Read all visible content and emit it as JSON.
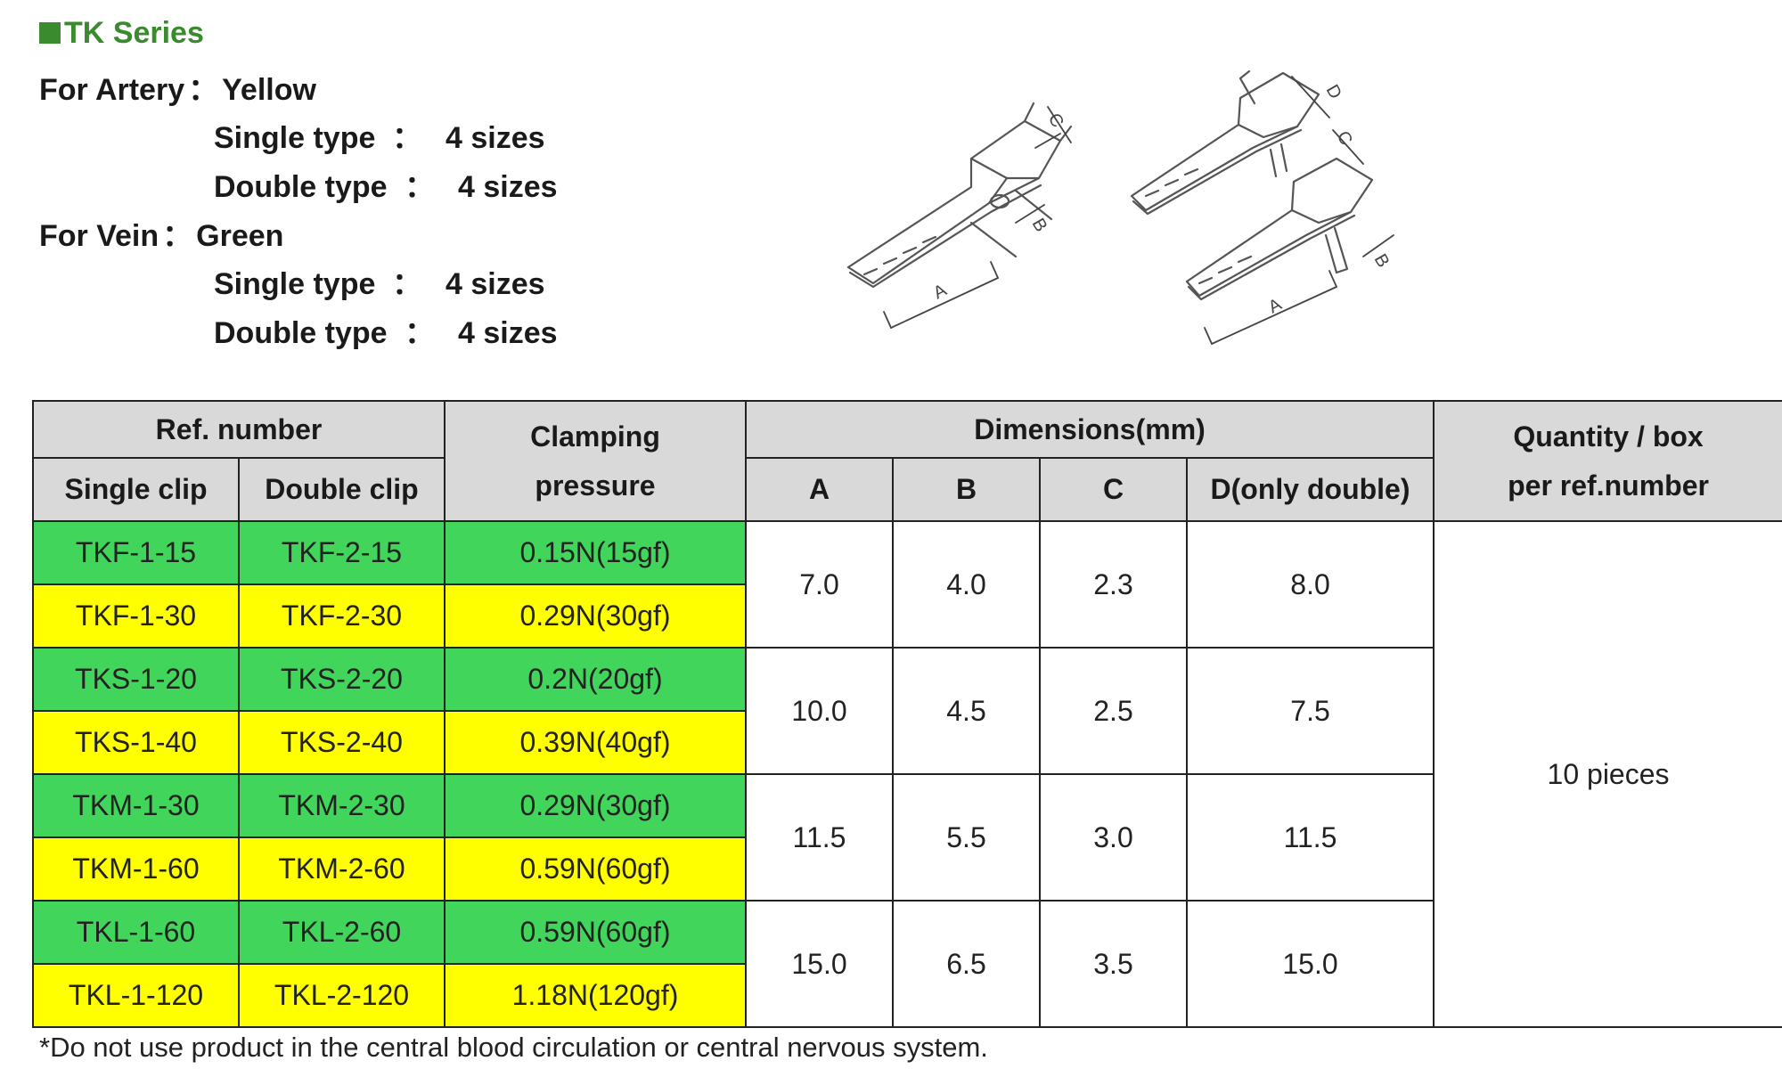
{
  "series": {
    "title": "TK Series"
  },
  "artery": {
    "heading": "For Artery",
    "sep": "：",
    "color": "Yellow",
    "single": {
      "label": "Single type",
      "colon": "：",
      "value": "4 sizes"
    },
    "double": {
      "label": "Double type",
      "colon": "：",
      "value": "4 sizes"
    }
  },
  "vein": {
    "heading": "For Vein",
    "sep": "：",
    "color": "Green",
    "single": {
      "label": "Single type",
      "colon": "：",
      "value": "4 sizes"
    },
    "double": {
      "label": "Double type",
      "colon": "：",
      "value": "4 sizes"
    }
  },
  "drawing": {
    "labels": {
      "a": "A",
      "b": "B",
      "c": "C",
      "d": "D"
    }
  },
  "table": {
    "headers": {
      "ref_number": "Ref. number",
      "single_clip": "Single clip",
      "double_clip": "Double clip",
      "clamping_1": "Clamping",
      "clamping_2": "pressure",
      "dimensions": "Dimensions(mm)",
      "a": "A",
      "b": "B",
      "c": "C",
      "d": "D(only double)",
      "qty_1": "Quantity / box",
      "qty_2": "per ref.number"
    },
    "rows": [
      {
        "single": "TKF-1-15",
        "double": "TKF-2-15",
        "pressure": "0.15N(15gf)",
        "color": "green"
      },
      {
        "single": "TKF-1-30",
        "double": "TKF-2-30",
        "pressure": "0.29N(30gf)",
        "color": "yellow"
      },
      {
        "single": "TKS-1-20",
        "double": "TKS-2-20",
        "pressure": "0.2N(20gf)",
        "color": "green"
      },
      {
        "single": "TKS-1-40",
        "double": "TKS-2-40",
        "pressure": "0.39N(40gf)",
        "color": "yellow"
      },
      {
        "single": "TKM-1-30",
        "double": "TKM-2-30",
        "pressure": "0.29N(30gf)",
        "color": "green"
      },
      {
        "single": "TKM-1-60",
        "double": "TKM-2-60",
        "pressure": "0.59N(60gf)",
        "color": "yellow"
      },
      {
        "single": "TKL-1-60",
        "double": "TKL-2-60",
        "pressure": "0.59N(60gf)",
        "color": "green"
      },
      {
        "single": "TKL-1-120",
        "double": "TKL-2-120",
        "pressure": "1.18N(120gf)",
        "color": "yellow"
      }
    ],
    "dims": [
      {
        "a": "7.0",
        "b": "4.0",
        "c": "2.3",
        "d": "8.0"
      },
      {
        "a": "10.0",
        "b": "4.5",
        "c": "2.5",
        "d": "7.5"
      },
      {
        "a": "11.5",
        "b": "5.5",
        "c": "3.0",
        "d": "11.5"
      },
      {
        "a": "15.0",
        "b": "6.5",
        "c": "3.5",
        "d": "15.0"
      }
    ],
    "quantity": "10 pieces"
  },
  "colors": {
    "green_row": "#41d55b",
    "yellow_row": "#ffff00",
    "header_bg": "#d9d9d9",
    "title_green": "#3a8a2e"
  },
  "footnote": "*Do not use product in the central blood circulation or central nervous system."
}
